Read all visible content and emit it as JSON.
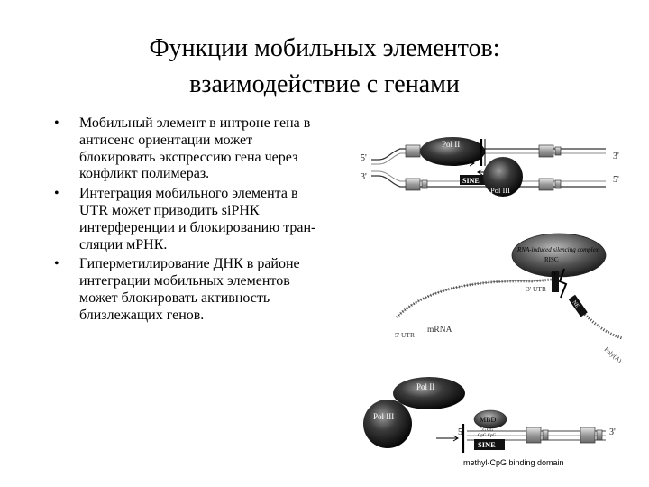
{
  "slide": {
    "title_line1": "Функции мобильных элементов:",
    "title_line2": "взаимодействие с генами",
    "bullet_symbol": "•",
    "bullets": [
      "Мобильный элемент в интроне гена в антисенс ориентации может блокировать экспрессию гена через конфликт полимераз.",
      "Интеграция мобильного элемента в UTR может приводить siРНК интерференции и блокированию тран­сляции мРНК.",
      "Гиперметилирование ДНК в районе интеграции мобильных элементов может блокировать активность близлежащих генов."
    ]
  },
  "figure_top": {
    "pol_ii": "Pol II",
    "pol_iii": "Pol III",
    "sine": "SINE",
    "five_prime": "5'",
    "three_prime": "3'"
  },
  "figure_middle": {
    "risc_line1": "RNA-induced silencing complex",
    "risc_line2": "RISC",
    "utr3": "3' UTR",
    "utr5": "5' UTR",
    "mrna": "mRNA",
    "polya": "Poly(A)",
    "si": "SI",
    "ne": "NE"
  },
  "figure_bottom": {
    "pol_ii": "Pol II",
    "pol_iii": "Pol III",
    "mbd": "MBD",
    "cg_line": "CG  CG",
    "cpg_line": "CpG  CpG",
    "sine": "SINE",
    "five_prime": "5'",
    "three_prime": "3'",
    "caption": "methyl-CpG binding domain"
  }
}
